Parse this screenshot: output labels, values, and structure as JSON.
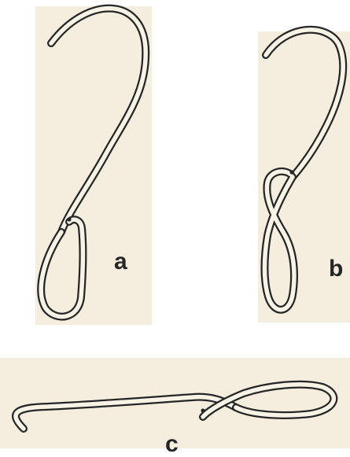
{
  "colors": {
    "paper": "#f5eedf",
    "ink": "#262626",
    "rod_fill": "#f8f3e7"
  },
  "figure": {
    "labels": {
      "a": "a",
      "b": "b",
      "c": "c"
    }
  }
}
